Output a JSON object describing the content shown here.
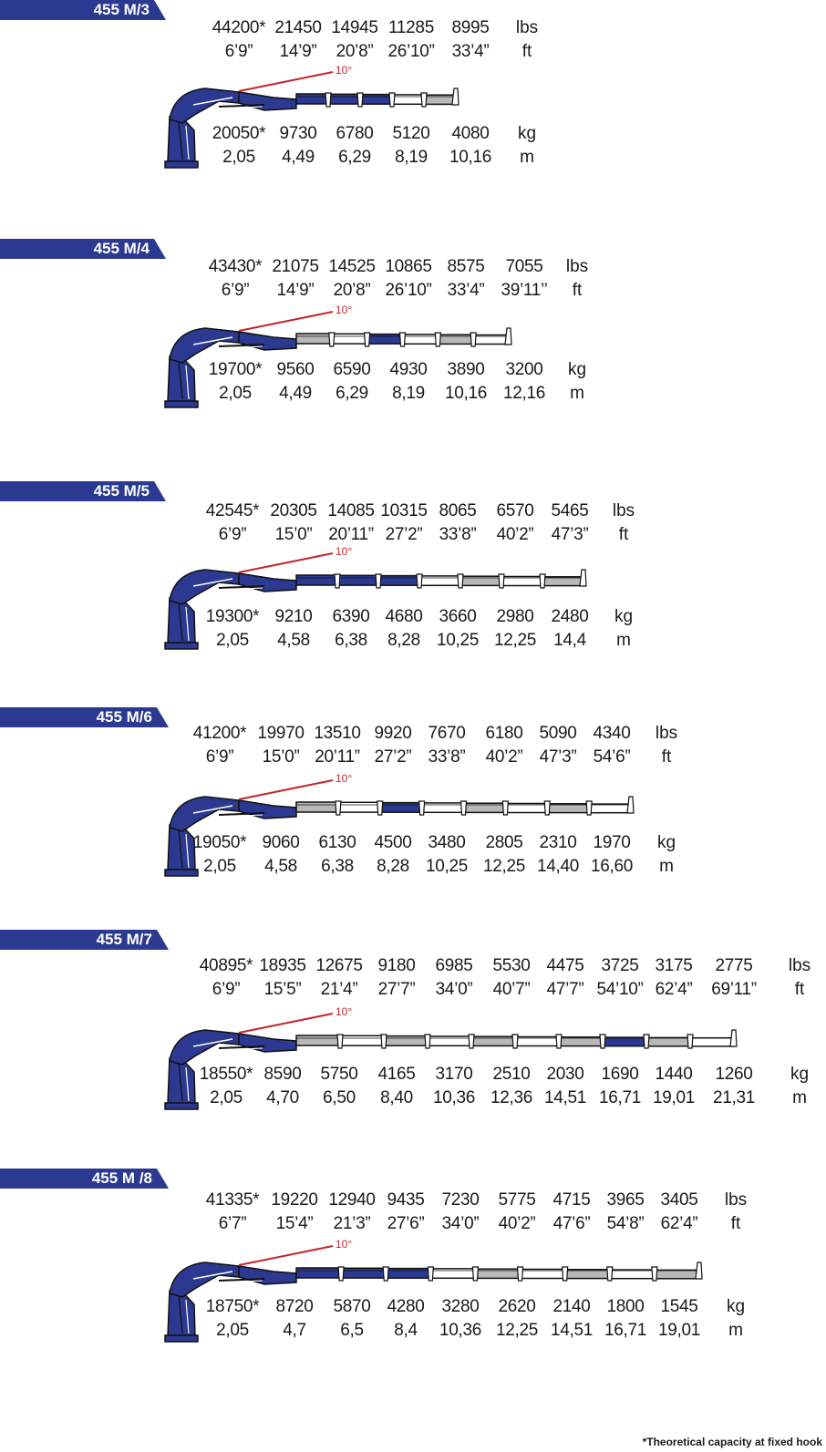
{
  "colors": {
    "accent": "#2b3990",
    "angle": "#c1272d",
    "boom_gray": "#b8b8b8"
  },
  "footnote": "*Theoretical capacity at fixed hook",
  "angle_label": "10°",
  "units": {
    "lbs": "lbs",
    "ft": "ft",
    "kg": "kg",
    "m": "m"
  },
  "models": [
    {
      "name": "455 M/3",
      "lbs": [
        "44200*",
        "21450",
        "14945",
        "11285",
        "8995"
      ],
      "ft": [
        "6’9”",
        "14’9”",
        "20’8”",
        "26’10”",
        "33’4”"
      ],
      "kg": [
        "20050*",
        "9730",
        "6780",
        "5120",
        "4080"
      ],
      "m": [
        "2,05",
        "4,49",
        "6,29",
        "8,19",
        "10,16"
      ]
    },
    {
      "name": "455 M/4",
      "lbs": [
        "43430*",
        "21075",
        "14525",
        "10865",
        "8575",
        "7055"
      ],
      "ft": [
        "6’9”",
        "14’9”",
        "20’8”",
        "26’10”",
        "33’4”",
        "39’11’’"
      ],
      "kg": [
        "19700*",
        "9560",
        "6590",
        "4930",
        "3890",
        "3200"
      ],
      "m": [
        "2,05",
        "4,49",
        "6,29",
        "8,19",
        "10,16",
        "12,16"
      ]
    },
    {
      "name": "455 M/5",
      "lbs": [
        "42545*",
        "20305",
        "14085",
        "10315",
        "8065",
        "6570",
        "5465"
      ],
      "ft": [
        "6’9”",
        "15’0”",
        "20’11”",
        "27’2”",
        "33’8”",
        "40’2”",
        "47’3”"
      ],
      "kg": [
        "19300*",
        "9210",
        "6390",
        "4680",
        "3660",
        "2980",
        "2480"
      ],
      "m": [
        "2,05",
        "4,58",
        "6,38",
        "8,28",
        "10,25",
        "12,25",
        "14,4"
      ]
    },
    {
      "name": "455 M/6",
      "lbs": [
        "41200*",
        "19970",
        "13510",
        "9920",
        "7670",
        "6180",
        "5090",
        "4340"
      ],
      "ft": [
        "6’9”",
        "15’0”",
        "20’11”",
        "27’2”",
        "33’8”",
        "40’2”",
        "47’3”",
        "54’6”"
      ],
      "kg": [
        "19050*",
        "9060",
        "6130",
        "4500",
        "3480",
        "2805",
        "2310",
        "1970"
      ],
      "m": [
        "2,05",
        "4,58",
        "6,38",
        "8,28",
        "10,25",
        "12,25",
        "14,40",
        "16,60"
      ]
    },
    {
      "name": "455 M/7",
      "lbs": [
        "40895*",
        "18935",
        "12675",
        "9180",
        "6985",
        "5530",
        "4475",
        "3725",
        "3175",
        "2775"
      ],
      "ft": [
        "6’9”",
        "15’5”",
        "21’4”",
        "27’7”",
        "34’0”",
        "40’7”",
        "47’7”",
        "54’10”",
        "62’4”",
        "69’11”"
      ],
      "kg": [
        "18550*",
        "8590",
        "5750",
        "4165",
        "3170",
        "2510",
        "2030",
        "1690",
        "1440",
        "1260"
      ],
      "m": [
        "2,05",
        "4,70",
        "6,50",
        "8,40",
        "10,36",
        "12,36",
        "14,51",
        "16,71",
        "19,01",
        "21,31"
      ]
    },
    {
      "name": "455 M /8",
      "lbs": [
        "41335*",
        "19220",
        "12940",
        "9435",
        "7230",
        "5775",
        "4715",
        "3965",
        "3405"
      ],
      "ft": [
        "6’7”",
        "15’4”",
        "21’3”",
        "27’6”",
        "34’0”",
        "40’2”",
        "47’6”",
        "54’8”",
        "62’4”"
      ],
      "kg": [
        "18750*",
        "8720",
        "5870",
        "4280",
        "3280",
        "2620",
        "2140",
        "1800",
        "1545"
      ],
      "m": [
        "2,05",
        "4,7",
        "6,5",
        "8,4",
        "10,36",
        "12,25",
        "14,51",
        "16,71",
        "19,01"
      ]
    }
  ]
}
